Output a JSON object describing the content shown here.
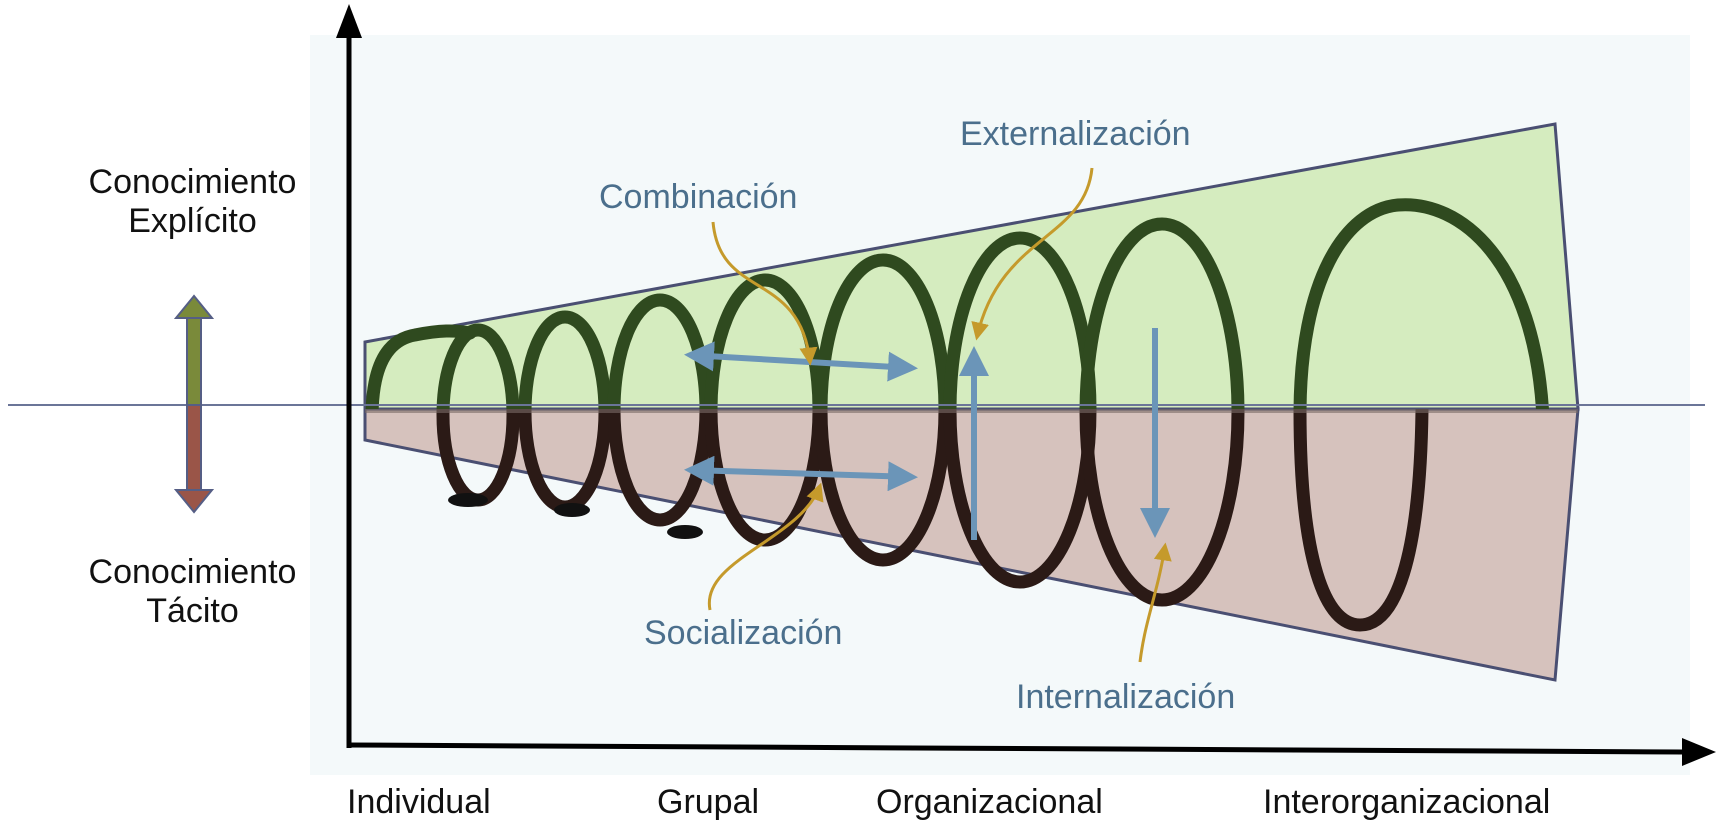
{
  "y_axis": {
    "top_label": [
      "Conocimiento",
      "Explícito"
    ],
    "bottom_label": [
      "Conocimiento",
      "Tácito"
    ]
  },
  "x_axis": {
    "ticks": [
      "Individual",
      "Grupal",
      "Organizacional",
      "Interorganizacional"
    ]
  },
  "processes": {
    "combinacion": "Combinación",
    "externalizacion": "Externalización",
    "socializacion": "Socialización",
    "internalizacion": "Internalización"
  },
  "colors": {
    "explicit_zone": "#d5ecbf",
    "tacit_zone": "#d6c2bd",
    "zone_outline": "#4a4f72",
    "spiral_upper": "#2f4a1f",
    "spiral_lower": "#2b1a16",
    "process_arrow": "#6b95b8",
    "pointer": "#c59a2b",
    "label_blue": "#4b6f8c",
    "axis": "#000000",
    "indicator_upper": "#7a8a3a",
    "indicator_lower": "#9a5548"
  }
}
